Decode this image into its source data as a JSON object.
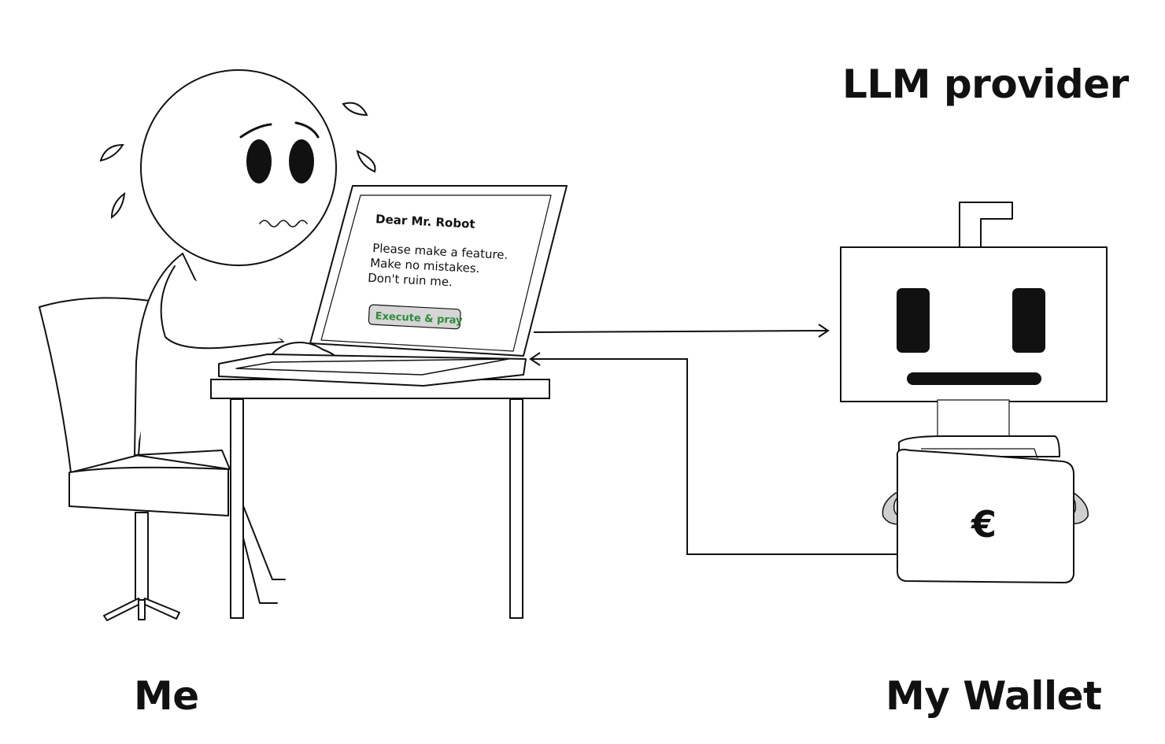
{
  "labels": {
    "provider": "LLM provider",
    "me": "Me",
    "wallet": "My Wallet"
  },
  "screen": {
    "greeting": "Dear Mr. Robot",
    "line1": "Please make a feature.",
    "line2": "Make no mistakes.",
    "line3": "Don't ruin me.",
    "button_label": "Execute & pray"
  },
  "wallet": {
    "currency_symbol": "€"
  },
  "colors": {
    "ink": "#111111",
    "button_text": "#2e8b3a",
    "button_fill": "#d6d6d6",
    "robot_feature": "#111111",
    "wallet_strap": "#cfcfcf"
  },
  "icons": [
    "person-icon",
    "chair-icon",
    "desk-icon",
    "laptop-icon",
    "robot-icon",
    "wallet-icon",
    "sweat-drop-icon"
  ]
}
